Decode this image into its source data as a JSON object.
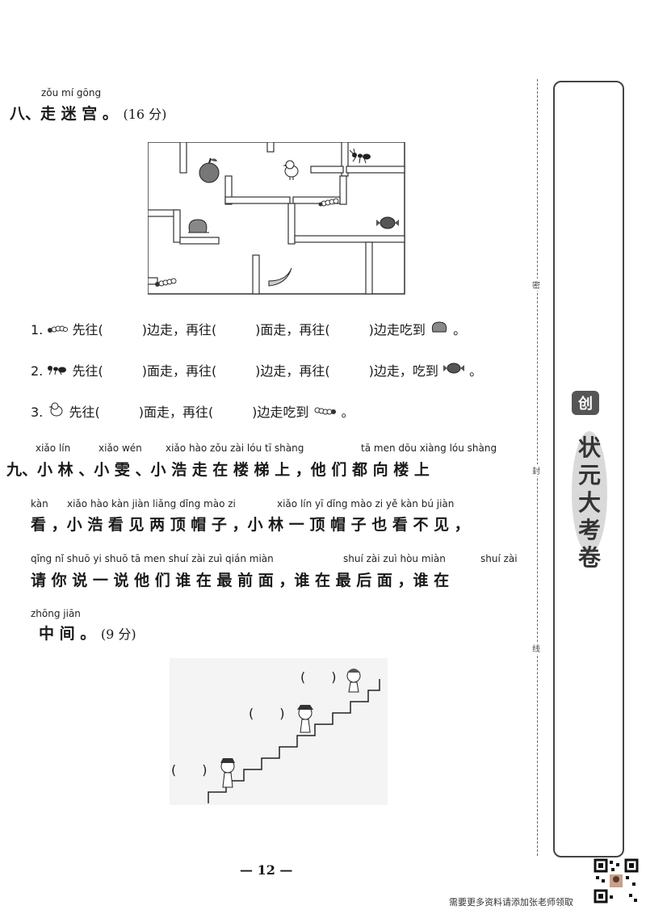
{
  "section8": {
    "pinyin": "zǒu mí gōng",
    "title": "八、走 迷 宫 。",
    "score": "(16 分)",
    "maze_items": [
      "apple-icon",
      "chick-icon",
      "ant-icon",
      "caterpillar-icon",
      "peach-icon",
      "candy-icon",
      "banana-icon"
    ],
    "questions": [
      {
        "num": "1.",
        "text": "先往(　　　)边走，再往(　　　)面走，再往(　　　)边走吃到",
        "end": "。"
      },
      {
        "num": "2.",
        "text": "先往(　　　)面走，再往(　　　)边走，再往(　　　)边走，吃到",
        "end": "。"
      },
      {
        "num": "3.",
        "text": "先往(　　　)面走，再往(　　　)边走吃到",
        "end": "。"
      }
    ]
  },
  "section9": {
    "lines": [
      {
        "pinyin": [
          "xiǎo lín",
          "xiǎo wén",
          "xiǎo hào zǒu zài lóu tī shàng",
          "tā men dōu xiàng lóu shàng"
        ],
        "text": "九、小 林 、小 雯 、小 浩 走 在 楼 梯 上 ，他 们 都 向 楼 上"
      },
      {
        "pinyin": [
          "kàn",
          "xiǎo hào kàn jiàn liǎng dǐng mào zi",
          "xiǎo lín yī dǐng mào zi yě kàn bú jiàn"
        ],
        "text": "看 ，小 浩 看 见 两 顶 帽 子 ，小 林 一 顶 帽 子 也 看 不 见 ，"
      },
      {
        "pinyin": [
          "qǐng nǐ shuō yi shuō tā men shuí zài zuì qián miàn",
          "shuí zài zuì hòu miàn",
          "shuí zài"
        ],
        "text": "请 你 说 一 说 他 们 谁 在 最 前 面 ，谁 在 最 后 面 ，谁 在"
      },
      {
        "pinyin": [
          "zhōng jiān"
        ],
        "text": "中 间 。",
        "score": "(9 分)"
      }
    ],
    "blank": "(　　)"
  },
  "sidebar": {
    "chars": [
      "密",
      "封",
      "线"
    ],
    "brand": "状元大考卷",
    "badge": "创"
  },
  "page_number": "— 12 —",
  "footer": "需要更多资料请添加张老师领取"
}
